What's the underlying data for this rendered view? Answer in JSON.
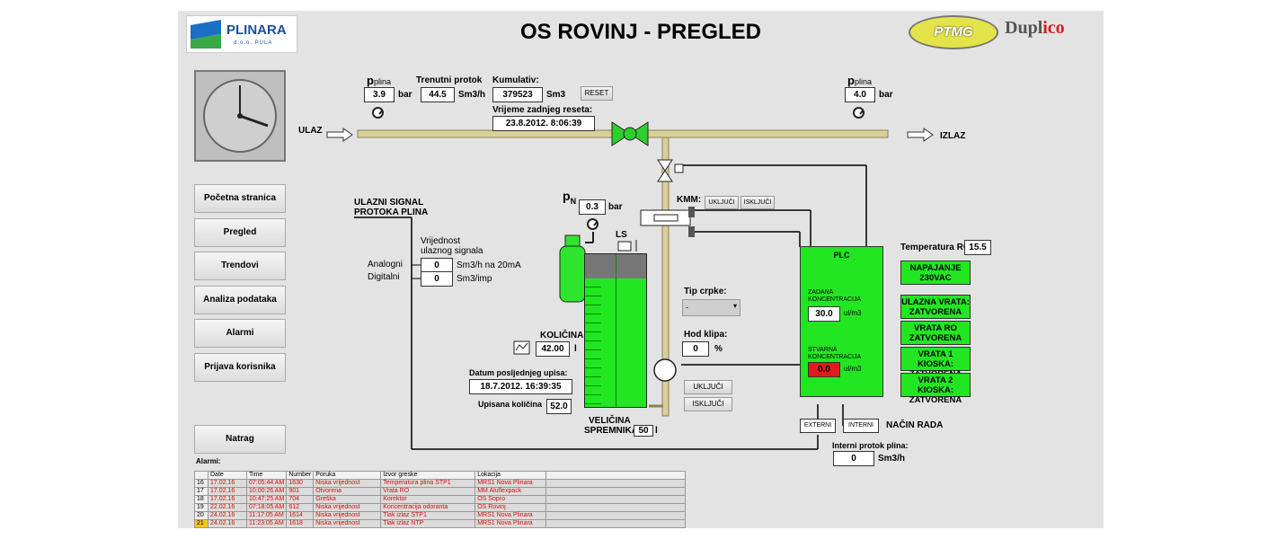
{
  "header": {
    "title": "OS ROVINJ - PREGLED",
    "logo_plinara": "PLINARA",
    "logo_plinara_sub": "d.o.o. PULA",
    "logo_ptmg": "PTMG",
    "logo_duplico": "Dupl",
    "logo_duplico_accent": "ico"
  },
  "nav": {
    "items": [
      "Početna stranica",
      "Pregled",
      "Trendovi",
      "Analiza podataka",
      "Alarmi",
      "Prijava korisnika"
    ],
    "back": "Natrag"
  },
  "pipeline": {
    "p_in_label": "p",
    "p_in_sub": "plina",
    "p_in_value": "3.9",
    "p_in_unit": "bar",
    "flow_label": "Trenutni protok",
    "flow_value": "44.5",
    "flow_unit": "Sm3/h",
    "kum_label": "Kumulativ:",
    "kum_value": "379523",
    "kum_unit": "Sm3",
    "reset_btn": "RESET",
    "reset_time_label": "Vrijeme zadnjeg reseta:",
    "reset_time_value": "23.8.2012. 8:06:39",
    "p_out_label": "p",
    "p_out_sub": "plina",
    "p_out_value": "4.0",
    "p_out_unit": "bar",
    "in_label": "ULAZ",
    "out_label": "IZLAZ"
  },
  "signal": {
    "title_line1": "ULAZNI SIGNAL",
    "title_line2": "PROTOKA PLINA",
    "value_label_line1": "Vrijednost",
    "value_label_line2": "ulaznog signala",
    "analog_label": "Analogni",
    "digital_label": "Digitalni",
    "analog_value": "0",
    "analog_unit": "Sm3/h na 20mA",
    "digital_value": "0",
    "digital_unit": "Sm3/imp"
  },
  "tank": {
    "pn_label": "p",
    "pn_sub": "N",
    "pn_value": "0.3",
    "pn_unit": "bar",
    "ls_label": "LS",
    "kolicina_label": "KOLIČINA",
    "kolicina_value": "42.00",
    "kolicina_unit": "l",
    "datum_label": "Datum posljednjeg upisa:",
    "datum_value": "18.7.2012. 16:39:35",
    "upisana_label": "Upisana količina",
    "upisana_value": "52.0",
    "velicina_line1": "VELIČINA",
    "velicina_line2": "SPREMNIKA",
    "velicina_value": "50",
    "velicina_unit": "l",
    "fill_fraction": 0.84
  },
  "pump": {
    "kmm_label": "KMM:",
    "kmm_on": "UKLJUČI",
    "kmm_off": "ISKLJUČI",
    "tip_label": "Tip crpke:",
    "tip_value": "-",
    "hod_label": "Hod klipa:",
    "hod_value": "0",
    "hod_unit": "%",
    "on_btn": "UKLJUČI",
    "off_btn": "ISKLJUČI"
  },
  "plc": {
    "title": "PLC",
    "zadana_line1": "ZADANA",
    "zadana_line2": "KONCENTRACIJA",
    "zadana_value": "30.0",
    "zadana_unit": "ul/m3",
    "stvarna_line1": "STVARNA",
    "stvarna_line2": "KONCENTRACIJA",
    "stvarna_value": "0.0",
    "stvarna_unit": "ul/m3",
    "ext_btn": "EXTERNI",
    "int_btn": "INTERNI",
    "mode_label": "NAČIN RADA",
    "int_flow_label": "Interni protok plina:",
    "int_flow_value": "0",
    "int_flow_unit": "Sm3/h"
  },
  "status": {
    "temp_label": "Temperatura RO:",
    "temp_value": "15.5",
    "boxes": [
      {
        "l1": "NAPAJANJE",
        "l2": "230VAC"
      },
      {
        "l1": "ULAZNA VRATA:",
        "l2": "ZATVORENA"
      },
      {
        "l1": "VRATA RO",
        "l2": "ZATVORENA"
      },
      {
        "l1": "VRATA 1 KIOSKA:",
        "l2": "ZATVORENA"
      },
      {
        "l1": "VRATA 2 KIOSKA:",
        "l2": "ZATVORENA"
      }
    ]
  },
  "alarms": {
    "title": "Alarmi:",
    "columns": [
      "Date",
      "Time",
      "Number",
      "Poruka",
      "Izvor greske",
      "Lokacija"
    ],
    "rows": [
      [
        "16",
        "17.02.16",
        "07:05:44 AM",
        "1630",
        "Niska vrijednost",
        "Temperatura plina STP1",
        "MRS1 Nova Plinara"
      ],
      [
        "17",
        "17.02.16",
        "10:00:26 AM",
        "901",
        "Otvorena",
        "Vrata RO",
        "MM Aluflexpack"
      ],
      [
        "18",
        "17.02.16",
        "10:47:25 AM",
        "704",
        "Greška",
        "Korektor",
        "OS Sopro"
      ],
      [
        "19",
        "22.02.16",
        "07:18:05 AM",
        "612",
        "Niska vrijednost",
        "Koncentracija odoranta",
        "OS Rovinj"
      ],
      [
        "20",
        "24.02.16",
        "11:17:05 AM",
        "1614",
        "Niska vrijednost",
        "Tlak izlaz STP1",
        "MRS1 Nova Plinara"
      ],
      [
        "21",
        "24.02.16",
        "11:23:05 AM",
        "1618",
        "Niska vrijednost",
        "Tlak izlaz NTP",
        "MRS1 Nova Plinara"
      ]
    ]
  },
  "colors": {
    "plc_green": "#22e622",
    "alarm_red": "#d01010",
    "highlight": "#f5c518",
    "pipe": "#d8cf9a"
  }
}
